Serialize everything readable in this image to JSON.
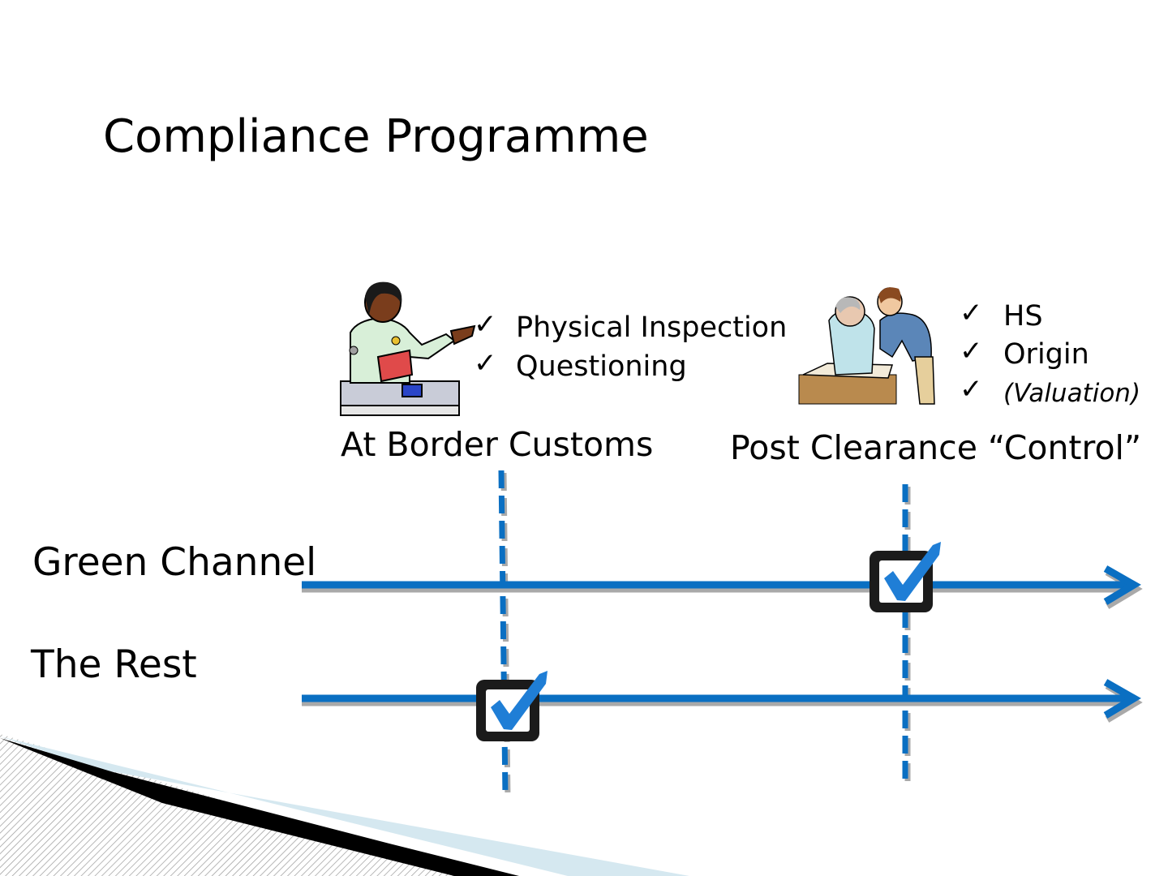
{
  "title": "Compliance Programme",
  "columns": {
    "border": {
      "label": "At Border Customs",
      "checks": [
        "Physical Inspection",
        "Questioning"
      ]
    },
    "post": {
      "label": "Post Clearance “Control”",
      "checks": [
        "HS",
        "Origin",
        "(Valuation)"
      ]
    }
  },
  "rows": {
    "green": {
      "label": "Green Channel"
    },
    "rest": {
      "label": "The Rest"
    }
  },
  "check_glyph": "✓",
  "colors": {
    "line_blue": "#0a6fc2",
    "line_shadow": "#a9a9a9",
    "checkbox_dark": "#1b1b1b",
    "check_blue": "#1f7ed6",
    "corner_light": "#d5e8f0"
  },
  "icons": {
    "officer": "customs-officer-icon",
    "auditors": "auditors-icon",
    "checkbox": "checked-checkbox-icon"
  }
}
